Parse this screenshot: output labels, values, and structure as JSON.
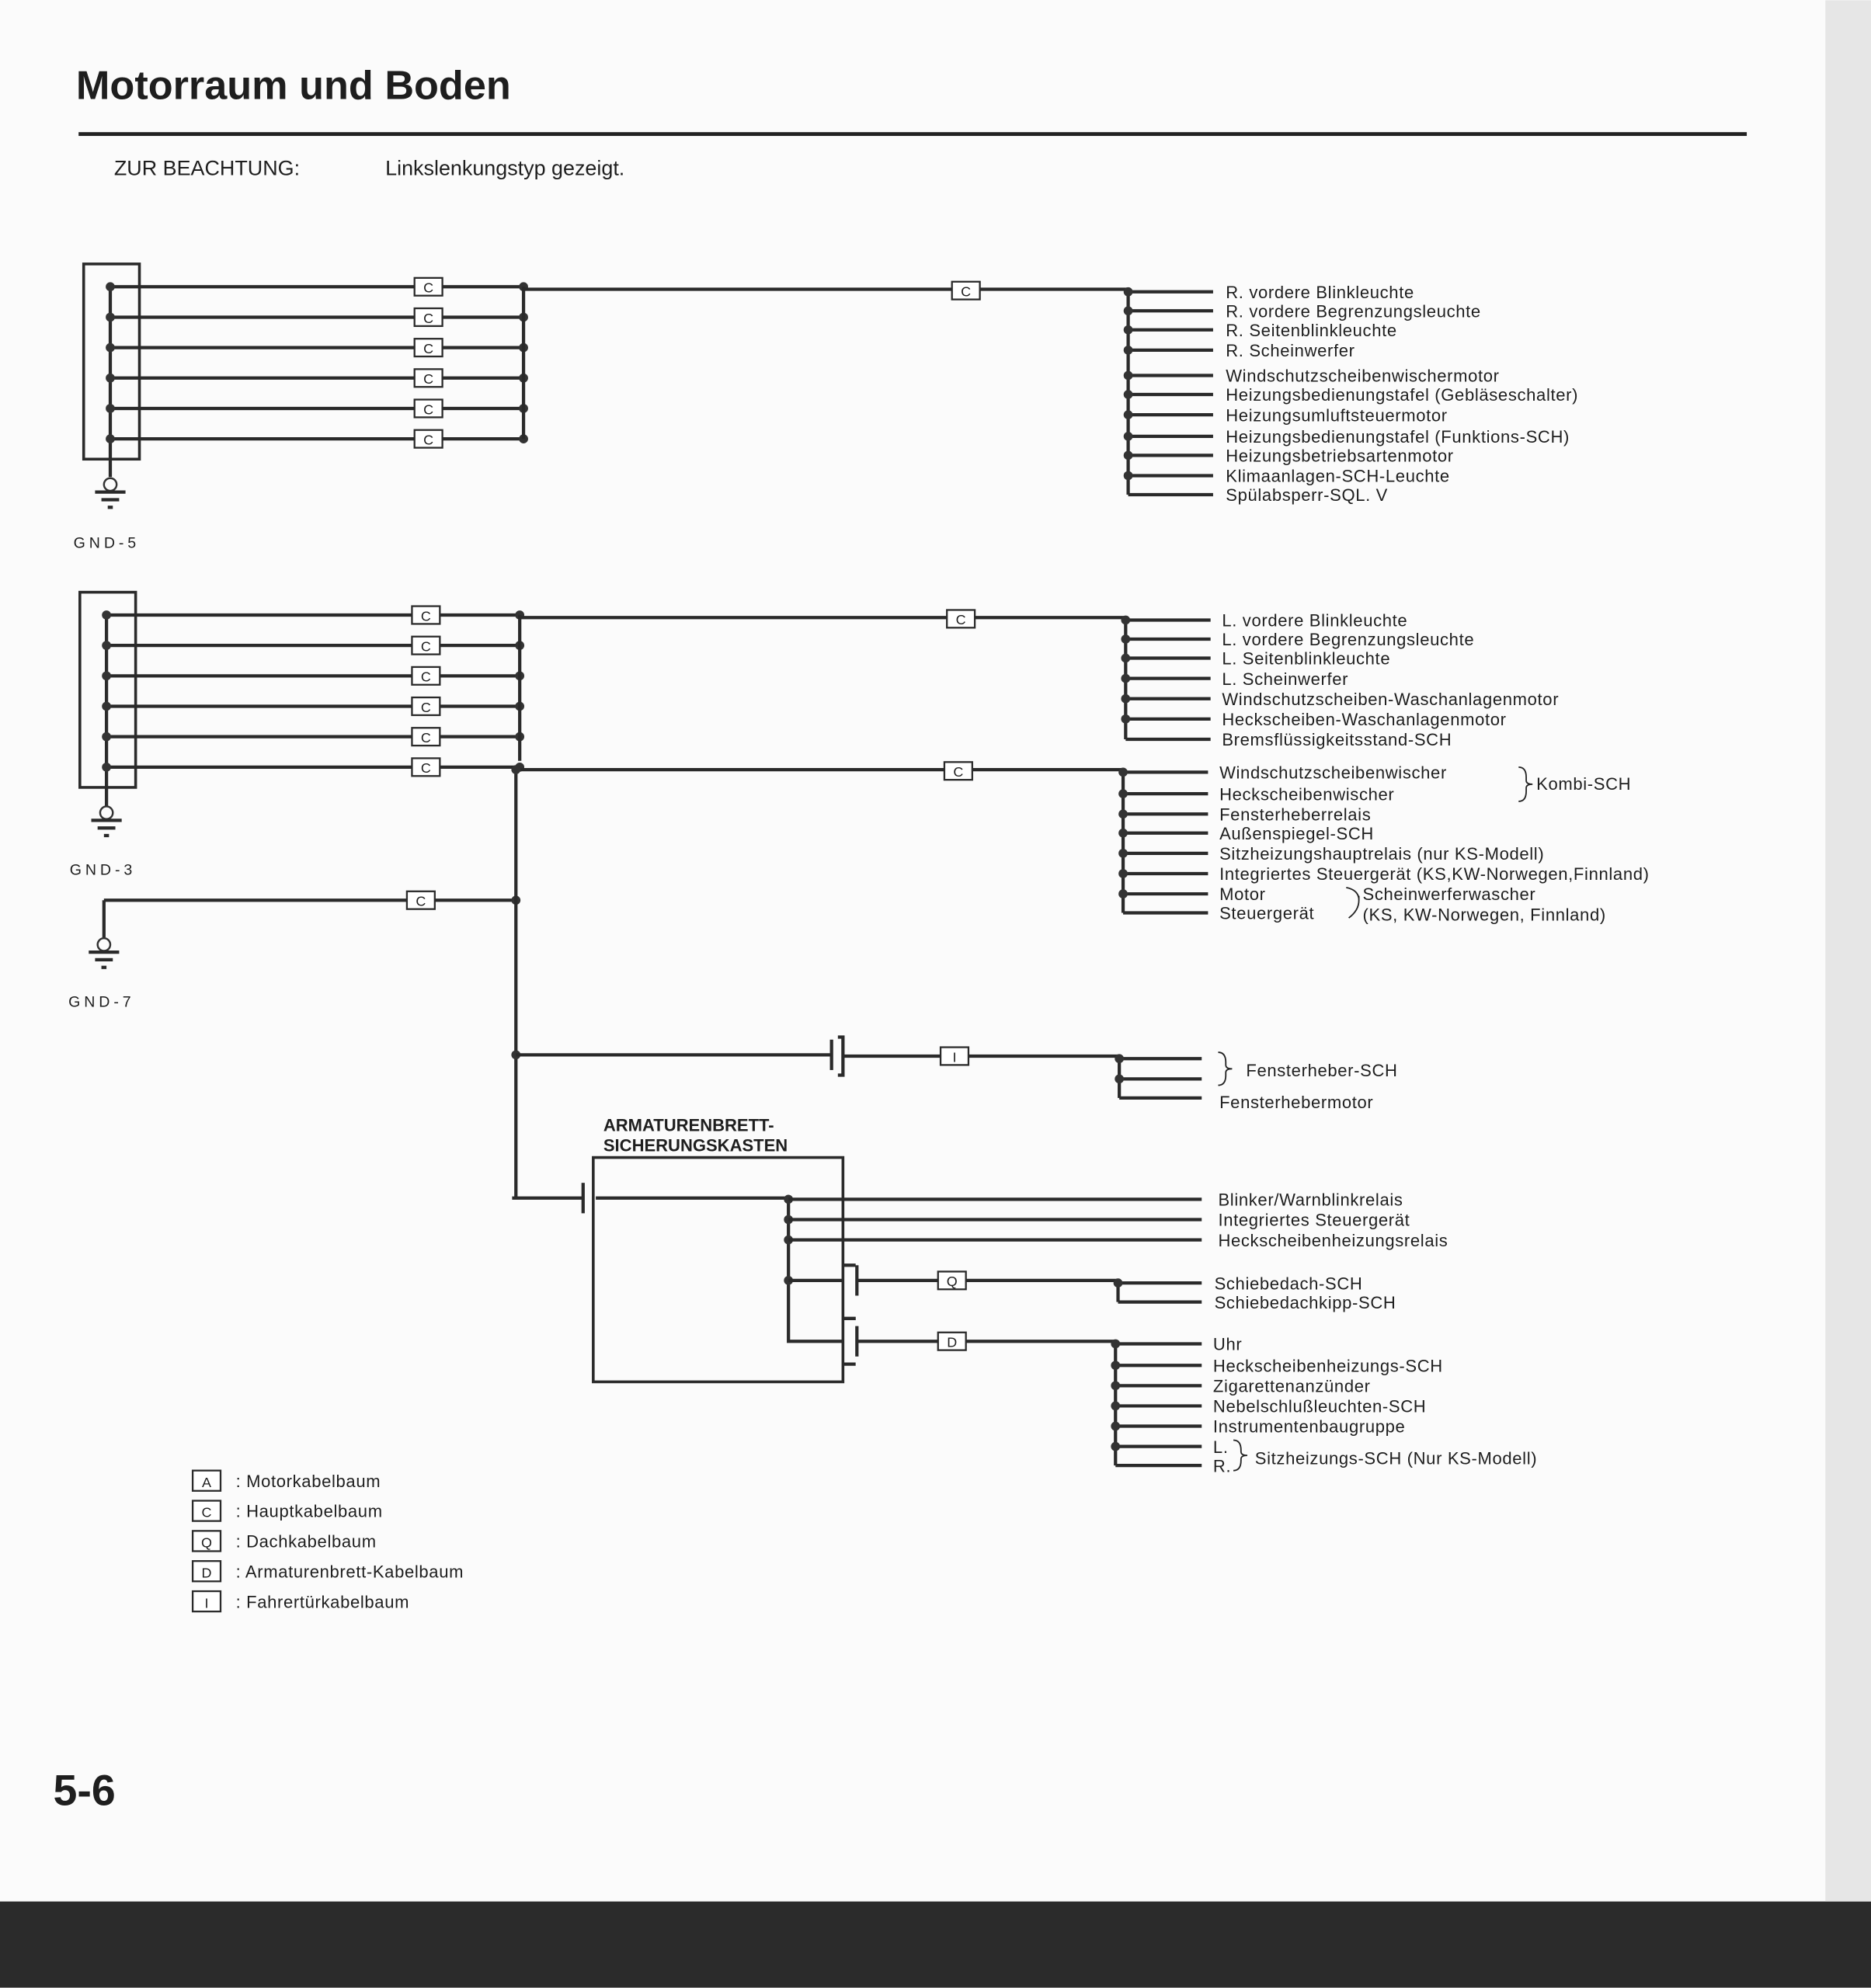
{
  "page": {
    "title": "Motorraum und Boden",
    "note_prefix": "ZUR BEACHTUNG:",
    "note_text": "Linkslenkungstyp gezeigt.",
    "page_number": "5-6"
  },
  "grounds": {
    "gnd5": "GND-5",
    "gnd3": "GND-3",
    "gnd7": "GND-7"
  },
  "connectors": {
    "c": "C",
    "i": "I",
    "q": "Q",
    "d": "D"
  },
  "fusebox": {
    "line1": "ARMATURENBRETT-",
    "line2": "SICHERUNGSKASTEN"
  },
  "outputs": {
    "r_front": [
      "R. vordere Blinkleuchte",
      "R. vordere Begrenzungsleuchte",
      "R. Seitenblinkleuchte",
      "R. Scheinwerfer",
      "Windschutzscheibenwischermotor",
      "Heizungsbedienungstafel (Gebläseschalter)",
      "Heizungsumluftsteuermotor",
      "Heizungsbedienungstafel (Funktions-SCH)",
      "Heizungsbetriebsartenmotor",
      "Klimaanlagen-SCH-Leuchte",
      "Spülabsperr-SQL. V"
    ],
    "l_front": [
      "L. vordere Blinkleuchte",
      "L. vordere Begrenzungsleuchte",
      "L. Seitenblinkleuchte",
      "L. Scheinwerfer",
      "Windschutzscheiben-Waschanlagenmotor",
      "Heckscheiben-Waschanlagenmotor",
      "Bremsflüssigkeitsstand-SCH"
    ],
    "combo": [
      "Windschutzscheibenwischer",
      "Heckscheibenwischer",
      "Fensterheberrelais",
      "Außenspiegel-SCH",
      "Sitzheizungshauptrelais (nur KS-Modell)",
      "Integriertes Steuergerät (KS,KW-Norwegen,Finnland)",
      "Motor",
      "Steuergerät"
    ],
    "combo_kombi": "Kombi-SCH",
    "combo_washer1": "Scheinwerferwascher",
    "combo_washer2": "(KS, KW-Norwegen, Finnland)",
    "window": [
      "Fensterheber-SCH",
      "Fensterhebermotor"
    ],
    "fuse_direct": [
      "Blinker/Warnblinkrelais",
      "Integriertes Steuergerät",
      "Heckscheibenheizungsrelais"
    ],
    "roof": [
      "Schiebedach-SCH",
      "Schiebedachkipp-SCH"
    ],
    "dash": [
      "Uhr",
      "Heckscheibenheizungs-SCH",
      "Zigarettenanzünder",
      "Nebelschlußleuchten-SCH",
      "Instrumentenbaugruppe",
      "L.",
      "R."
    ],
    "dash_seat": "Sitzheizungs-SCH (Nur KS-Modell)"
  },
  "legend": [
    {
      "code": "A",
      "label": ": Motorkabelbaum"
    },
    {
      "code": "C",
      "label": ": Hauptkabelbaum"
    },
    {
      "code": "Q",
      "label": ": Dachkabelbaum"
    },
    {
      "code": "D",
      "label": ": Armaturenbrett-Kabelbaum"
    },
    {
      "code": "I",
      "label": ": Fahrertürkabelbaum"
    }
  ]
}
